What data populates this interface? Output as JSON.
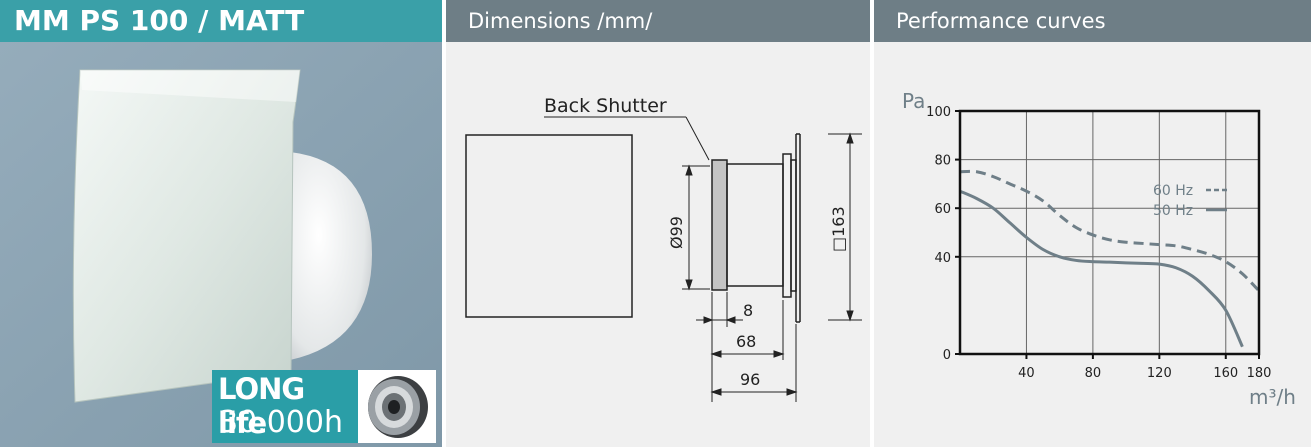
{
  "product": {
    "title": "MM PS 100 / MATT",
    "badge_line1": "LONG life",
    "badge_line2": "30.000h"
  },
  "dimensions": {
    "header": "Dimensions /mm/",
    "back_shutter_label": "Back Shutter",
    "dia_label": "Ø99",
    "square_label": "□163",
    "dim_8": "8",
    "dim_68": "68",
    "dim_96": "96"
  },
  "performance": {
    "header": "Performance curves"
  },
  "chart_data": {
    "type": "line",
    "title": "",
    "ylabel": "Pa",
    "xlabel": "m³/h",
    "xlim": [
      0,
      180
    ],
    "ylim": [
      0,
      100
    ],
    "xticks": [
      40,
      80,
      120,
      160,
      180
    ],
    "yticks": [
      0,
      40,
      60,
      80,
      100
    ],
    "grid": true,
    "legend_position": "right",
    "series": [
      {
        "name": "60 Hz",
        "style": "dashed",
        "color": "#6f7f88",
        "x": [
          0,
          10,
          20,
          30,
          40,
          50,
          60,
          70,
          80,
          90,
          100,
          110,
          120,
          130,
          140,
          150,
          160,
          170,
          180
        ],
        "y": [
          75,
          75,
          73,
          70,
          67,
          63,
          57,
          52,
          49,
          47,
          46,
          45.5,
          45,
          44.5,
          43,
          41,
          38,
          33,
          26
        ]
      },
      {
        "name": "50 Hz",
        "style": "solid",
        "color": "#6f7f88",
        "x": [
          0,
          10,
          20,
          30,
          40,
          50,
          60,
          70,
          80,
          90,
          100,
          110,
          120,
          130,
          140,
          150,
          160,
          170
        ],
        "y": [
          67,
          64,
          60,
          54,
          48,
          43,
          40,
          38.5,
          38,
          37.8,
          37.5,
          37.3,
          37,
          35.5,
          32,
          26,
          18,
          3
        ]
      }
    ]
  }
}
